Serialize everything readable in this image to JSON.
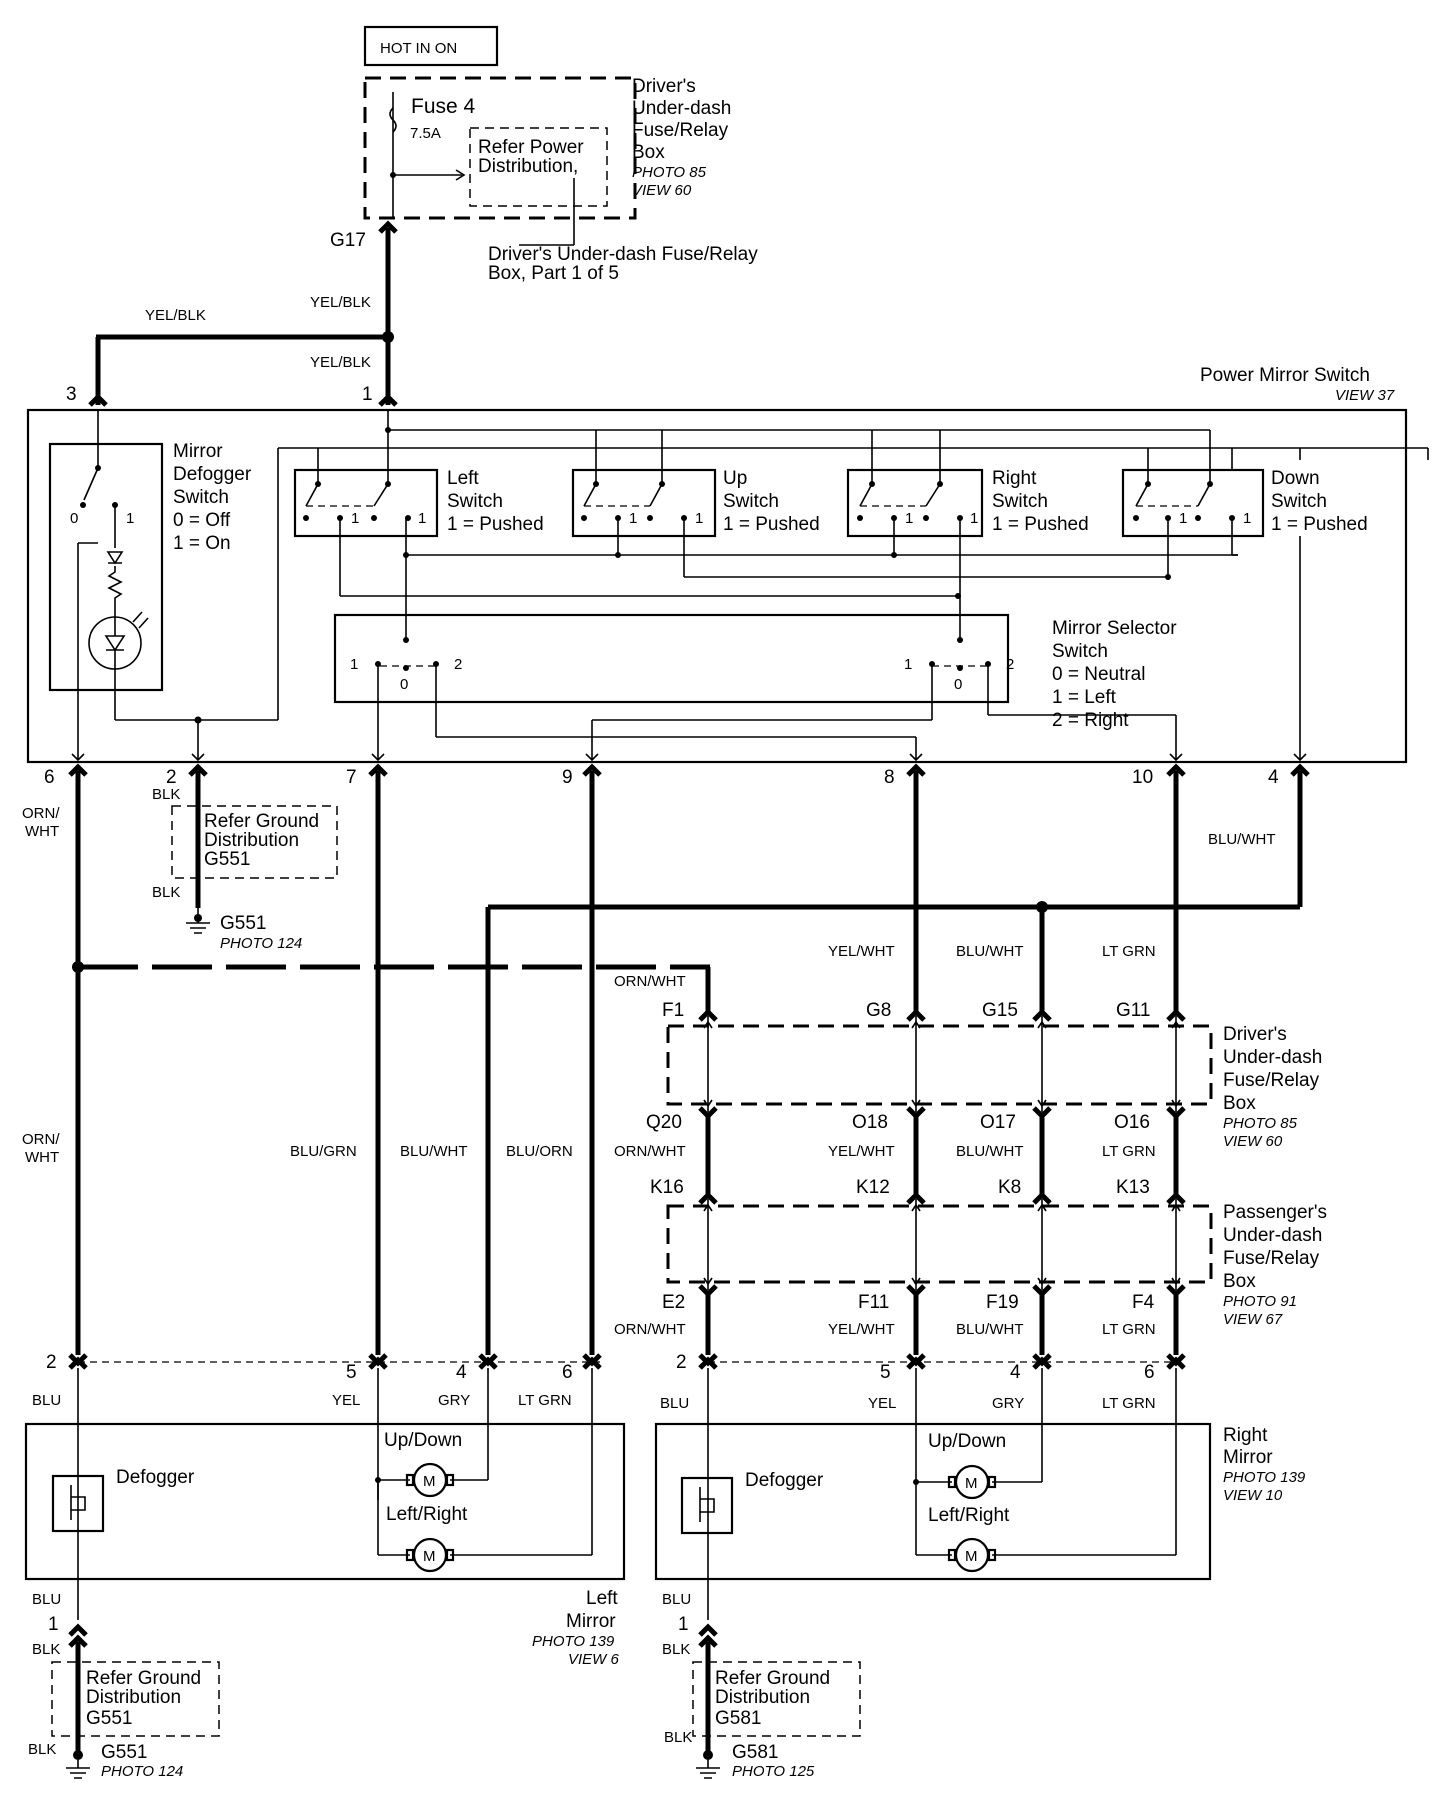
{
  "source": {
    "label": "HOT IN ON"
  },
  "fuse_box_top": {
    "fuse": "Fuse 4",
    "rating": "7.5A",
    "refer_line1": "Refer Power",
    "refer_line2": "Distribution,",
    "title_lines": [
      "Driver's",
      "Under-dash",
      "Fuse/Relay",
      "Box"
    ],
    "photo": "PHOTO 85",
    "view": "VIEW 60",
    "terminal": "G17",
    "part_lines": [
      "Driver's Under-dash Fuse/Relay",
      "Box, Part 1 of 5"
    ]
  },
  "wires_top": {
    "yel_blk": "YEL/BLK"
  },
  "switch_assembly": {
    "title": "Power Mirror Switch",
    "view": "VIEW 37",
    "pins_top": [
      "3",
      "1"
    ],
    "pins_bottom": [
      "6",
      "2",
      "7",
      "9",
      "8",
      "10",
      "4"
    ],
    "defogger_switch_lines": [
      "Mirror",
      "Defogger",
      "Switch",
      "0 = Off",
      "1 = On"
    ],
    "switches": [
      {
        "lines": [
          "Left",
          "Switch",
          "1 = Pushed"
        ]
      },
      {
        "lines": [
          "Up",
          "Switch",
          "1 = Pushed"
        ]
      },
      {
        "lines": [
          "Right",
          "Switch",
          "1 = Pushed"
        ]
      },
      {
        "lines": [
          "Down",
          "Switch",
          "1 = Pushed"
        ]
      }
    ],
    "selector_lines": [
      "Mirror Selector",
      "Switch",
      "0 = Neutral",
      "1 = Left",
      "2 = Right"
    ],
    "pos0": "0",
    "pos1": "1",
    "pos2": "2"
  },
  "ground_top": {
    "blk": "BLK",
    "refer_lines": [
      "Refer Ground",
      "Distribution",
      "G551"
    ],
    "name": "G551",
    "photo": "PHOTO 124"
  },
  "wire_colors": {
    "orn_wht_a": "ORN/",
    "orn_wht_b": "WHT",
    "blu_wht": "BLU/WHT",
    "yel_wht": "YEL/WHT",
    "lt_grn": "LT GRN",
    "orn_wht": "ORN/WHT",
    "blu_grn": "BLU/GRN",
    "blu_orn": "BLU/ORN",
    "blu": "BLU",
    "yel": "YEL",
    "gry": "GRY",
    "blk": "BLK"
  },
  "driver_box": {
    "terms_top": [
      "F1",
      "G8",
      "G15",
      "G11"
    ],
    "terms_bottom": [
      "Q20",
      "O18",
      "O17",
      "O16"
    ],
    "title_lines": [
      "Driver's",
      "Under-dash",
      "Fuse/Relay",
      "Box"
    ],
    "photo": "PHOTO 85",
    "view": "VIEW 60"
  },
  "passenger_box": {
    "terms_top": [
      "K16",
      "K12",
      "K8",
      "K13"
    ],
    "terms_bottom": [
      "E2",
      "F11",
      "F19",
      "F4"
    ],
    "title_lines": [
      "Passenger's",
      "Under-dash",
      "Fuse/Relay",
      "Box"
    ],
    "photo": "PHOTO 91",
    "view": "VIEW 67"
  },
  "left_mirror": {
    "pins": [
      "2",
      "5",
      "4",
      "6"
    ],
    "defogger": "Defogger",
    "up_down": "Up/Down",
    "left_right": "Left/Right",
    "motor": "M",
    "title_lines": [
      "Left",
      "Mirror"
    ],
    "photo": "PHOTO 139",
    "view": "VIEW 6",
    "ground_pin": "1",
    "refer_lines": [
      "Refer Ground",
      "Distribution",
      "G551"
    ],
    "ground_name": "G551",
    "ground_photo": "PHOTO 124"
  },
  "right_mirror": {
    "pins": [
      "2",
      "5",
      "4",
      "6"
    ],
    "defogger": "Defogger",
    "up_down": "Up/Down",
    "left_right": "Left/Right",
    "motor": "M",
    "title_lines": [
      "Right",
      "Mirror"
    ],
    "photo": "PHOTO 139",
    "view": "VIEW 10",
    "ground_pin": "1",
    "refer_lines": [
      "Refer Ground",
      "Distribution",
      "G581"
    ],
    "ground_name": "G581",
    "ground_photo": "PHOTO 125"
  }
}
